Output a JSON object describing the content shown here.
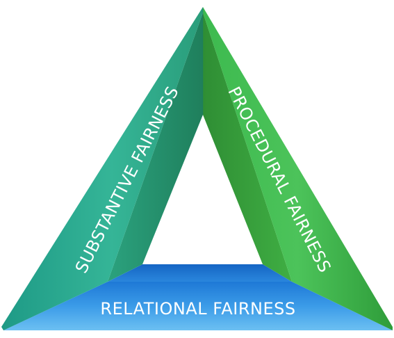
{
  "diagram": {
    "left_label": "SUBSTANTIVE FAIRNESS",
    "right_label": "PROCEDURAL FAIRNESS",
    "bottom_label": "RELATIONAL FAIRNESS",
    "colors": {
      "left_side": "#2fae8e",
      "right_side": "#3fb84a",
      "bottom_side": "#2a8fe0"
    }
  }
}
